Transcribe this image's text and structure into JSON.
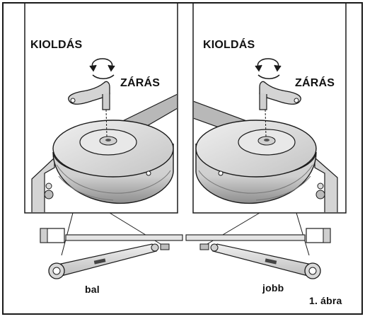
{
  "figure": {
    "left_panel": {
      "release_label": "KIOLDÁS",
      "lock_label": "ZÁRÁS"
    },
    "right_panel": {
      "release_label": "KIOLDÁS",
      "lock_label": "ZÁRÁS"
    },
    "bottom_labels": {
      "left": "bal",
      "right": "jobb"
    },
    "caption": "1. ábra"
  },
  "colors": {
    "line": "#1a1a1a",
    "fill_light": "#e6e6e6",
    "fill_mid": "#c8c8c8",
    "fill_dark": "#9a9a9a",
    "background": "#ffffff"
  }
}
